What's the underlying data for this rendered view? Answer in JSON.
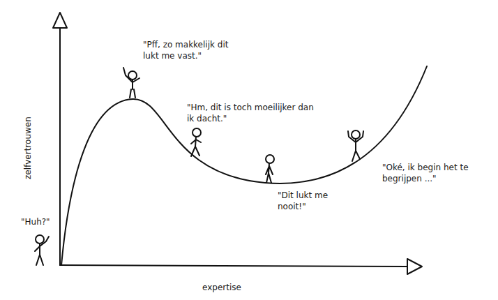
{
  "diagram": {
    "labels": [
      "zelfvertrouwen",
      "expertise",
      "\"Huh?\"",
      "\"Pff, zo makkelijk dit lukt me vast.\"",
      "\"Hm, dit is toch moeilijker dan ik dacht.\"",
      "\"Dit lukt me nooit!\"",
      "\"Oké, ik begin het te begrijpen ...\""
    ]
  }
}
